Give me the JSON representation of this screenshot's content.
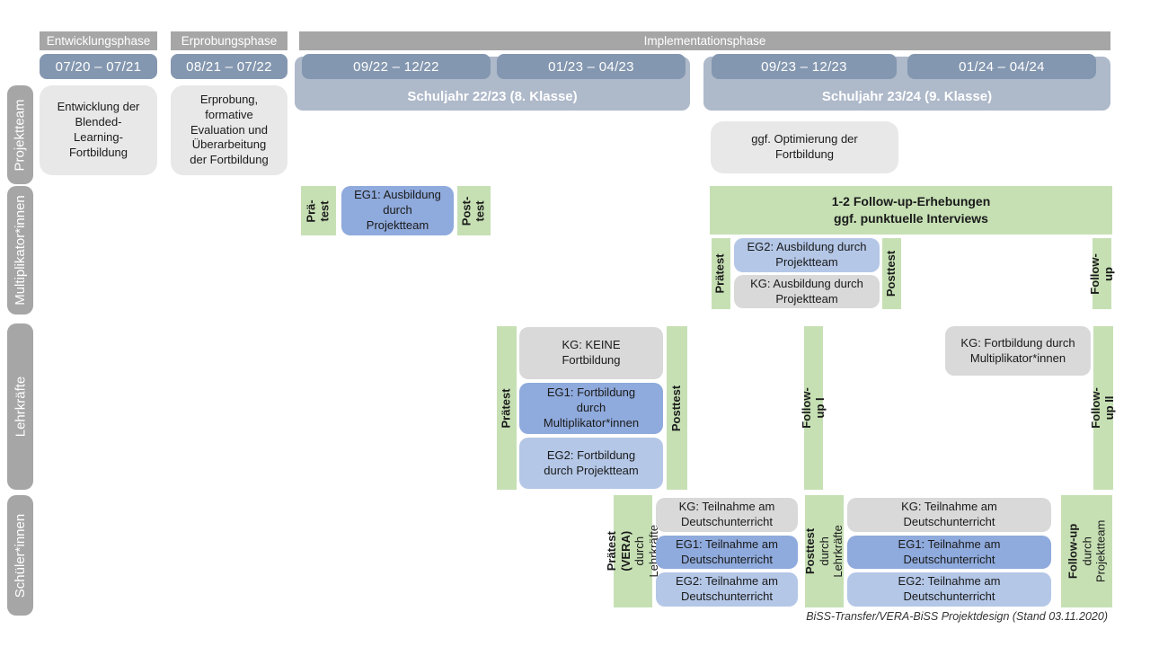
{
  "phases": [
    "Entwicklungsphase",
    "Erprobungsphase",
    "Implementationsphase"
  ],
  "dates": [
    "07/20 – 07/21",
    "08/21 – 07/22",
    "09/22 – 12/22",
    "01/23 – 04/23",
    "09/23 – 12/23",
    "01/24 – 04/24"
  ],
  "school_years": [
    "Schuljahr 22/23 (8. Klasse)",
    "Schuljahr 23/24 (9. Klasse)"
  ],
  "row_labels": [
    "Projektteam",
    "Multiplikator*innen",
    "Lehrkräfte",
    "Schüler*innen"
  ],
  "projektteam": {
    "entwicklung": "Entwicklung der\nBlended-\nLearning-\nFortbildung",
    "erprobung": "Erprobung,\nformative\nEvaluation und\nÜberarbeitung\nder Fortbildung",
    "optimierung": "ggf. Optimierung der\nFortbildung"
  },
  "multiplikatoren": {
    "praetest_sj1": "Prä-\ntest",
    "eg1": "EG1: Ausbildung\ndurch\nProjektteam",
    "posttest_sj1": "Post-\ntest",
    "followup_box": "1-2 Follow-up-Erhebungen\nggf. punktuelle Interviews",
    "praetest_sj2": "Prätest",
    "eg2": "EG2: Ausbildung durch\nProjektteam",
    "kg": "KG: Ausbildung durch\nProjektteam",
    "posttest_sj2": "Posttest",
    "followup": "Follow-up"
  },
  "lehrkraefte": {
    "praetest": "Prätest",
    "kg": "KG: KEINE\nFortbildung",
    "eg1": "EG1: Fortbildung\ndurch\nMultiplikator*innen",
    "eg2": "EG2: Fortbildung\ndurch Projektteam",
    "posttest": "Posttest",
    "followup1": "Follow-up I",
    "kg2": "KG: Fortbildung durch\nMultiplikator*innen",
    "followup2": "Follow-up II"
  },
  "schueler": {
    "praetest_bold": "Prätest (VERA)",
    "praetest_sub": "durch Lehrkräfte",
    "kg1": "KG: Teilnahme am\nDeutschunterricht",
    "eg1_1": "EG1: Teilnahme am\nDeutschunterricht",
    "eg2_1": "EG2: Teilnahme am\nDeutschunterricht",
    "posttest_bold": "Posttest",
    "posttest_sub": "durch Lehrkräfte",
    "kg2": "KG: Teilnahme am\nDeutschunterricht",
    "eg1_2": "EG1: Teilnahme am\nDeutschunterricht",
    "eg2_2": "EG2: Teilnahme am\nDeutschunterricht",
    "followup_bold": "Follow-up",
    "followup_sub": "durch\nProjektteam"
  },
  "footer": "BiSS-Transfer/VERA-BiSS Projektdesign (Stand 03.11.2020)",
  "colors": {
    "phase_bar": "#a6a6a6",
    "date_bar": "#8497b0",
    "school_year_bar": "#aeb9ca",
    "row_label_bar": "#a6a6a6",
    "project_box_gray": "#e8e8e8",
    "kg_gray": "#d9d9d9",
    "eg1_blue": "#8faadc",
    "eg2_blue": "#b4c7e7",
    "test_green": "#c6e0b4"
  }
}
